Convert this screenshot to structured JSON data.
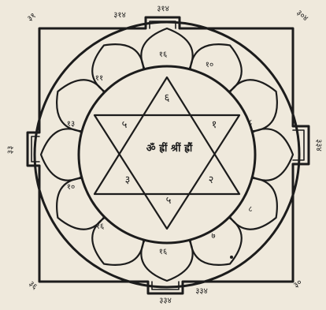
{
  "yantra": {
    "center_mantra": "ॐ ह्रीं श्रीं ह्रौं",
    "triangle_numbers": [
      {
        "id": "top",
        "text": "६"
      },
      {
        "id": "upper-left",
        "text": "५"
      },
      {
        "id": "upper-right",
        "text": "१"
      },
      {
        "id": "lower-left",
        "text": "३"
      },
      {
        "id": "lower-right",
        "text": "२"
      },
      {
        "id": "bottom",
        "text": "५"
      }
    ],
    "petal_numbers": [
      {
        "id": "p1",
        "text": "१६"
      },
      {
        "id": "p2",
        "text": "१०"
      },
      {
        "id": "p3",
        "text": "८"
      },
      {
        "id": "p4",
        "text": "८"
      },
      {
        "id": "p5",
        "text": "७"
      },
      {
        "id": "p6",
        "text": "१६"
      },
      {
        "id": "p7",
        "text": "१६"
      },
      {
        "id": "p8",
        "text": "१०"
      },
      {
        "id": "p9",
        "text": "१३"
      },
      {
        "id": "p10",
        "text": "११"
      }
    ],
    "gate_labels": [
      {
        "id": "top-gate",
        "text": "३१४"
      },
      {
        "id": "left-gate",
        "text": "३३"
      },
      {
        "id": "right-gate",
        "text": "३३४"
      },
      {
        "id": "bottom-gate",
        "text": "३३४"
      }
    ],
    "outer_labels": [
      {
        "id": "top-left",
        "text": "३१"
      },
      {
        "id": "top-mid",
        "text": "३१४"
      },
      {
        "id": "top-right",
        "text": "३०४"
      },
      {
        "id": "bottom-left",
        "text": "३६"
      },
      {
        "id": "bottom-mid",
        "text": "३३४"
      },
      {
        "id": "bottom-right",
        "text": "३०"
      }
    ]
  }
}
